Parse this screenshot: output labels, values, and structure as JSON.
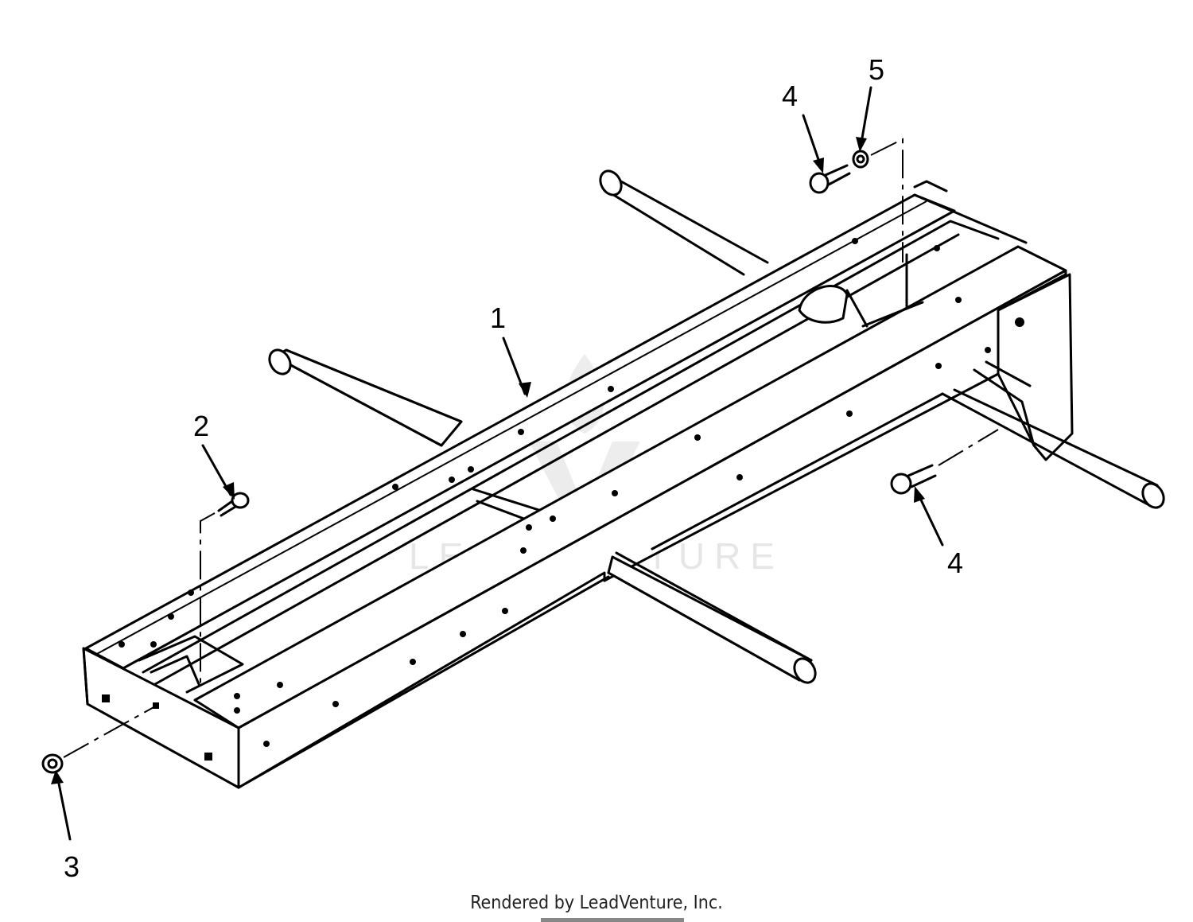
{
  "diagram": {
    "callouts": [
      {
        "id": "1",
        "label": "1"
      },
      {
        "id": "2",
        "label": "2"
      },
      {
        "id": "3",
        "label": "3"
      },
      {
        "id": "4a",
        "label": "4"
      },
      {
        "id": "4b",
        "label": "4"
      },
      {
        "id": "5",
        "label": "5"
      }
    ],
    "watermark": {
      "text": "LEADVENTURE",
      "logo_icon": "leadventure-flame-logo-icon"
    }
  },
  "footer": {
    "credit": "Rendered by LeadVenture, Inc."
  }
}
